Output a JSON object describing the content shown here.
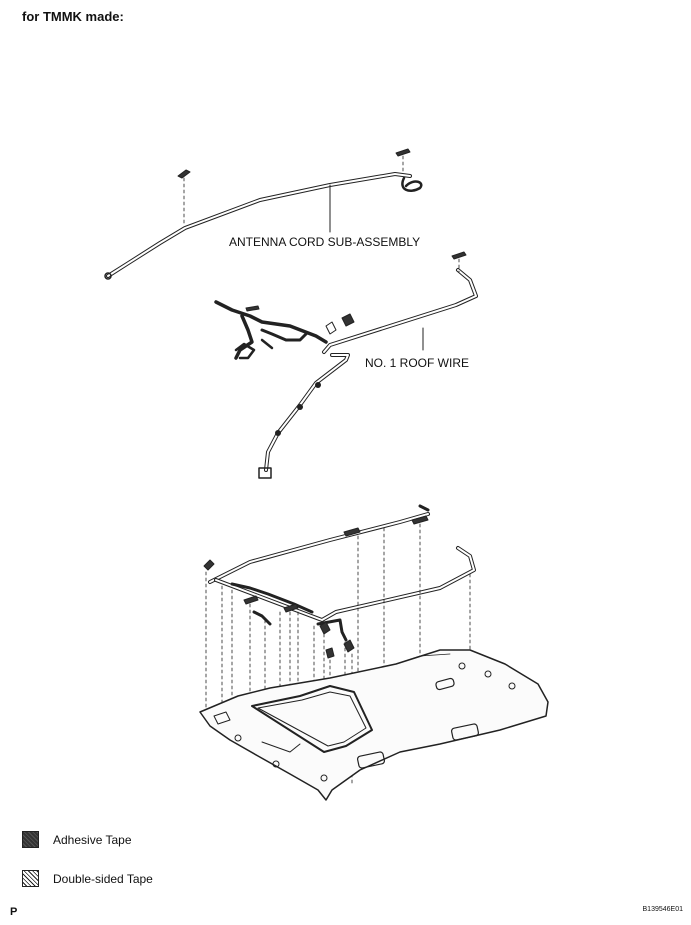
{
  "heading": "for TMMK made:",
  "callouts": {
    "antenna": "ANTENNA CORD SUB-ASSEMBLY",
    "roof_wire": "NO. 1 ROOF WIRE"
  },
  "legend": {
    "adhesive": "Adhesive Tape",
    "double_sided": "Double-sided Tape"
  },
  "footer": {
    "page_letter": "P",
    "code": "B139546E01"
  }
}
